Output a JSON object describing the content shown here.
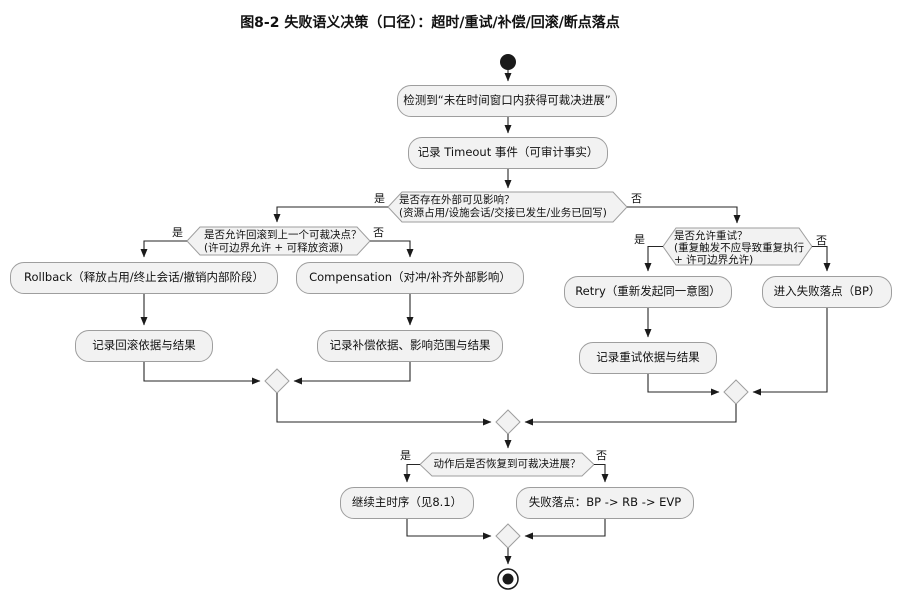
{
  "title": "图8-2 失败语义决策（口径）：超时/重试/补偿/回滚/断点落点",
  "colors": {
    "node_fill": "#f2f2f2",
    "node_border": "#9e9e9e",
    "line": "#222222"
  },
  "nodes": {
    "detect": "检测到“未在时间窗口内获得可裁决进展”",
    "log_timeout": "记录 Timeout 事件（可审计事实）",
    "rollback": "Rollback（释放占用/终止会话/撤销内部阶段）",
    "compensation": "Compensation（对冲/补齐外部影响）",
    "log_rollback": "记录回滚依据与结果",
    "log_compensation": "记录补偿依据、影响范围与结果",
    "retry": "Retry（重新发起同一意图）",
    "enter_bp": "进入失败落点（BP）",
    "log_retry": "记录重试依据与结果",
    "continue_main": "继续主时序（见8.1）",
    "fail_point": "失败落点：BP -> RB -> EVP"
  },
  "decisions": {
    "external_impact": {
      "line1": "是否存在外部可见影响？",
      "line2": "(资源占用/设施会话/交接已发生/业务已回写)"
    },
    "allow_rollback": {
      "line1": "是否允许回滚到上一个可裁决点？",
      "line2": "(许可边界允许 + 可释放资源)"
    },
    "allow_retry": {
      "line1": "是否允许重试？",
      "line2": "(重复触发不应导致重复执行",
      "line3": "+ 许可边界允许)"
    },
    "recovered": {
      "line1": "动作后是否恢复到可裁决进展？"
    }
  },
  "labels": {
    "yes": "是",
    "no": "否"
  }
}
